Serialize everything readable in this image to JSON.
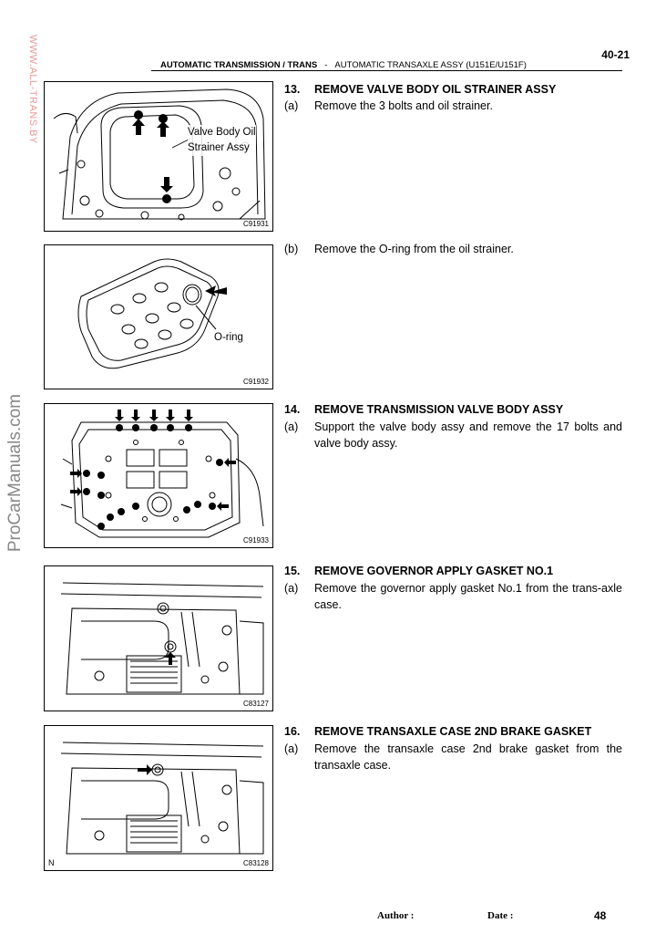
{
  "page": {
    "number": "40-21",
    "footer_page": "48"
  },
  "header": {
    "section": "AUTOMATIC TRANSMISSION / TRANS",
    "separator": "-",
    "subsection": "AUTOMATIC TRANSAXLE ASSY (U151E/U151F)"
  },
  "watermarks": {
    "vertical": "WWW.ALL-TRANS.BY",
    "side": "ProCarManuals.com"
  },
  "figures": [
    {
      "id": "C91931",
      "callout": [
        "Valve Body Oil",
        "Strainer Assy"
      ]
    },
    {
      "id": "C91932",
      "callout": [
        "O-ring"
      ]
    },
    {
      "id": "C91933"
    },
    {
      "id": "C83127"
    },
    {
      "id": "C83128",
      "corner": "N"
    }
  ],
  "steps": [
    {
      "num": "13.",
      "title": "REMOVE VALVE BODY OIL STRAINER ASSY",
      "items": [
        {
          "label": "(a)",
          "text": "Remove the 3 bolts and oil strainer."
        },
        {
          "label": "(b)",
          "text": "Remove the O-ring from the oil strainer."
        }
      ]
    },
    {
      "num": "14.",
      "title": "REMOVE TRANSMISSION VALVE BODY ASSY",
      "items": [
        {
          "label": "(a)",
          "text": "Support the valve body assy and remove the 17 bolts and valve body assy."
        }
      ]
    },
    {
      "num": "15.",
      "title": "REMOVE GOVERNOR APPLY GASKET NO.1",
      "items": [
        {
          "label": "(a)",
          "text": "Remove the governor apply gasket No.1 from the trans-axle case."
        }
      ]
    },
    {
      "num": "16.",
      "title": "REMOVE TRANSAXLE CASE 2ND BRAKE GASKET",
      "items": [
        {
          "label": "(a)",
          "text": "Remove the transaxle case 2nd brake gasket from the transaxle case."
        }
      ]
    }
  ],
  "footer": {
    "author_label": "Author :",
    "date_label": "Date :"
  }
}
